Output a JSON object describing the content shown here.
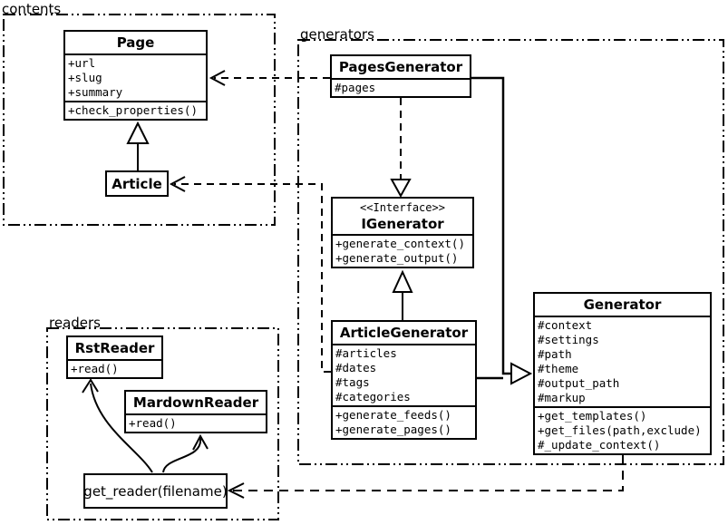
{
  "packages": {
    "contents": {
      "label": "contents"
    },
    "generators": {
      "label": "generators"
    },
    "readers": {
      "label": "readers"
    }
  },
  "classes": {
    "page": {
      "title": "Page",
      "attrs": [
        "+url",
        "+slug",
        "+summary"
      ],
      "methods": [
        "+check_properties()"
      ]
    },
    "article": {
      "title": "Article"
    },
    "pages_generator": {
      "title": "PagesGenerator",
      "attrs": [
        "#pages"
      ]
    },
    "igenerator": {
      "stereotype": "<<Interface>>",
      "title": "IGenerator",
      "methods": [
        "+generate_context()",
        "+generate_output()"
      ]
    },
    "article_generator": {
      "title": "ArticleGenerator",
      "attrs": [
        "#articles",
        "#dates",
        "#tags",
        "#categories"
      ],
      "methods": [
        "+generate_feeds()",
        "+generate_pages()"
      ]
    },
    "generator": {
      "title": "Generator",
      "attrs": [
        "#context",
        "#settings",
        "#path",
        "#theme",
        "#output_path",
        "#markup"
      ],
      "methods": [
        "+get_templates()",
        "+get_files(path,exclude)",
        "#_update_context()"
      ]
    },
    "rst_reader": {
      "title": "RstReader",
      "methods": [
        "+read()"
      ]
    },
    "mardown_reader": {
      "title": "MardownReader",
      "methods": [
        "+read()"
      ]
    },
    "get_reader": {
      "label": "get_reader(filename)"
    }
  },
  "edges": [
    {
      "from": "Article",
      "to": "Page",
      "type": "inheritance",
      "style": "solid"
    },
    {
      "from": "PagesGenerator",
      "to": "Page",
      "type": "dependency",
      "style": "dashed"
    },
    {
      "from": "PagesGenerator",
      "to": "IGenerator",
      "type": "realization",
      "style": "dashed"
    },
    {
      "from": "ArticleGenerator",
      "to": "IGenerator",
      "type": "inheritance",
      "style": "solid"
    },
    {
      "from": "ArticleGenerator",
      "to": "Article",
      "type": "dependency",
      "style": "dashed"
    },
    {
      "from": "PagesGenerator",
      "to": "Generator",
      "type": "inheritance",
      "style": "solid"
    },
    {
      "from": "ArticleGenerator",
      "to": "Generator",
      "type": "inheritance",
      "style": "solid"
    },
    {
      "from": "Generator",
      "to": "get_reader(filename)",
      "type": "dependency",
      "style": "dashed"
    },
    {
      "from": "get_reader(filename)",
      "to": "RstReader",
      "type": "arrow",
      "style": "curved"
    },
    {
      "from": "get_reader(filename)",
      "to": "MardownReader",
      "type": "arrow",
      "style": "curved"
    }
  ],
  "colors": {
    "line": "#000000",
    "background": "#ffffff"
  }
}
